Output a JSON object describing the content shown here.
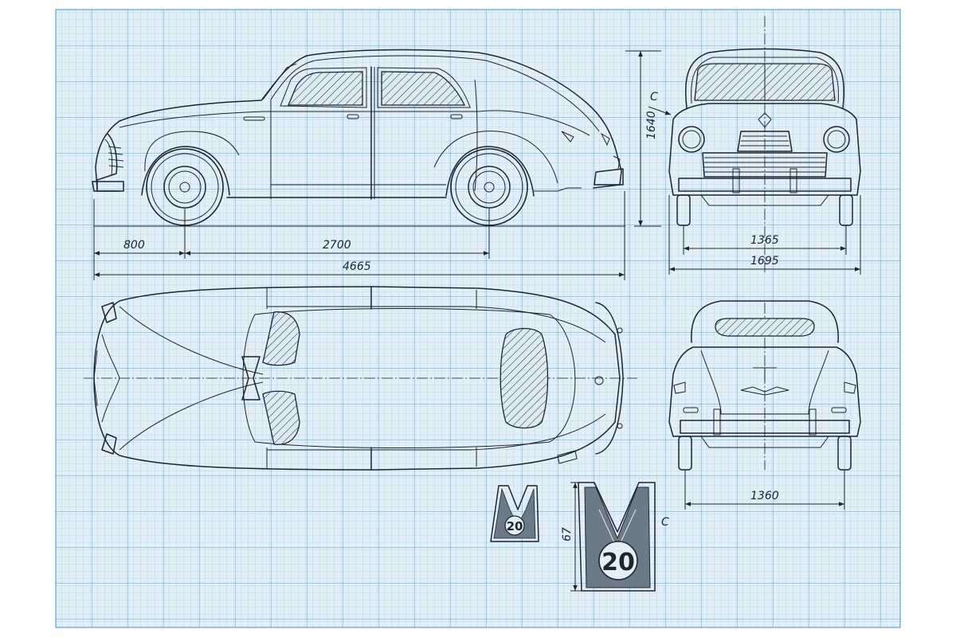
{
  "drawing": {
    "dimensions": {
      "front_overhang": "800",
      "wheelbase": "2700",
      "overall_length": "4665",
      "height": "1640",
      "front_track": "1365",
      "overall_width": "1695",
      "rear_track": "1360",
      "emblem_height": "67"
    },
    "section_markers": {
      "side_view_arrow": "C",
      "emblem_detail": "C"
    },
    "emblem": {
      "letter": "M",
      "number": "20"
    }
  }
}
